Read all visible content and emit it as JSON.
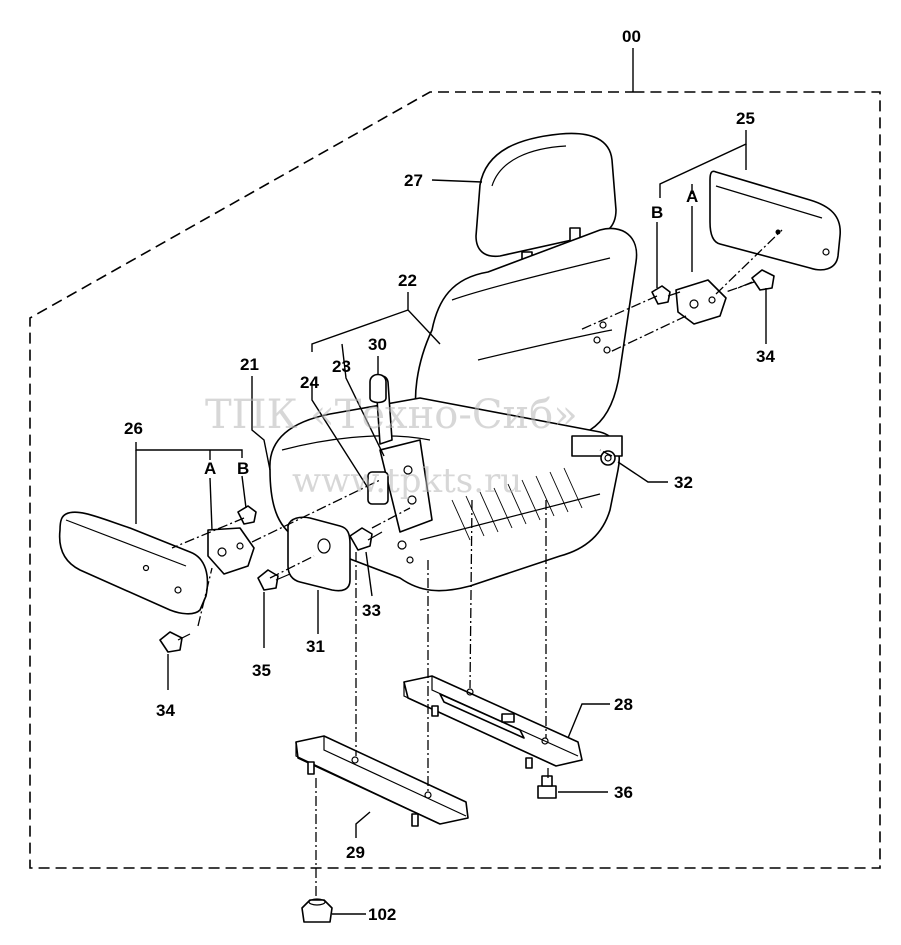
{
  "labels": {
    "assembly": "00",
    "seat_cushion": "21",
    "seat_back": "22",
    "lever_23": "23",
    "lever_24": "24",
    "armrest_right": "25",
    "armrest_left": "26",
    "headrest": "27",
    "slide_rail_right": "28",
    "slide_rail_left": "29",
    "knob": "30",
    "side_pad": "31",
    "bolt_32": "32",
    "bolt_33": "33",
    "bolt_34_right": "34",
    "bolt_34_left": "34",
    "bolt_35": "35",
    "nut_36": "36",
    "nut_102": "102",
    "point_a_right": "A",
    "point_b_right": "B",
    "point_a_left": "A",
    "point_b_left": "B"
  },
  "watermark": {
    "line1": "ТПК «Техно-Сиб»",
    "line2": "www.tpkts.ru"
  }
}
